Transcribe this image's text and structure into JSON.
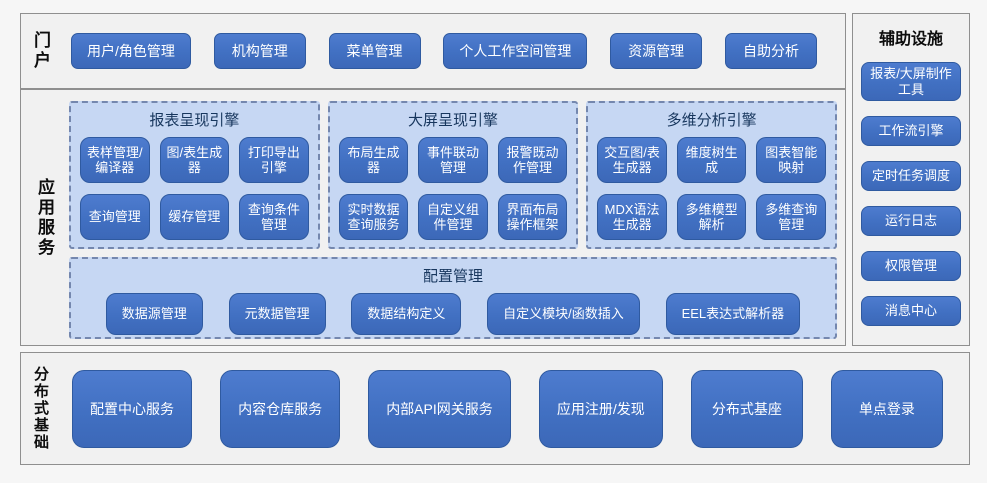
{
  "portal": {
    "label": "门户",
    "buttons": [
      "用户/角色管理",
      "机构管理",
      "菜单管理",
      "个人工作空间管理",
      "资源管理",
      "自助分析"
    ]
  },
  "app_services": {
    "label": "应用服务",
    "engines": [
      {
        "title": "报表呈现引擎",
        "buttons": [
          "表样管理/编译器",
          "图/表生成器",
          "打印导出引擎",
          "查询管理",
          "缓存管理",
          "查询条件管理"
        ]
      },
      {
        "title": "大屏呈现引擎",
        "buttons": [
          "布局生成器",
          "事件联动管理",
          "报警既动作管理",
          "实时数据查询服务",
          "自定义组件管理",
          "界面布局操作框架"
        ]
      },
      {
        "title": "多维分析引擎",
        "buttons": [
          "交互图/表生成器",
          "维度树生成",
          "图表智能映射",
          "MDX语法生成器",
          "多维模型解析",
          "多维查询管理"
        ]
      }
    ],
    "config": {
      "title": "配置管理",
      "buttons": [
        "数据源管理",
        "元数据管理",
        "数据结构定义",
        "自定义模块/函数插入",
        "EEL表达式解析器"
      ]
    }
  },
  "auxiliary": {
    "title": "辅助设施",
    "buttons": [
      "报表/大屏制作工具",
      "工作流引擎",
      "定时任务调度",
      "运行日志",
      "权限管理",
      "消息中心"
    ]
  },
  "foundation": {
    "label": "分布式基础",
    "buttons": [
      "配置中心服务",
      "内容仓库服务",
      "内部API网关服务",
      "应用注册/发现",
      "分布式基座",
      "单点登录"
    ]
  },
  "colors": {
    "button_blue": "#4472c4",
    "button_border": "#2f5aa0",
    "panel_bg": "#c6d7f3",
    "panel_dashed_border": "#7487ae",
    "panel_title_navy": "#17365d",
    "section_bg": "#f1f1f1",
    "section_border": "#8f8f8f",
    "page_bg": "#f6f6f6"
  }
}
